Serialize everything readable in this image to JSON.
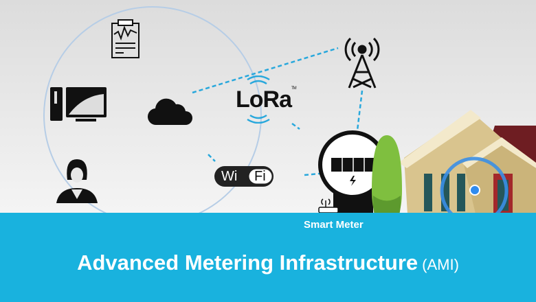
{
  "title": {
    "main": "Advanced Metering Infrastructure",
    "abbr": "(AMI)"
  },
  "labels": {
    "smart_meter": "Smart Meter",
    "lora": "LoRa",
    "lora_tm": "TM",
    "wifi_wi": "Wi",
    "wifi_fi": "Fi"
  },
  "icons": [
    "clipboard-report-icon",
    "computer-icon",
    "cloud-icon",
    "support-agent-icon",
    "cell-tower-icon",
    "smart-meter-icon",
    "router-icon",
    "tree-icon",
    "house-icon",
    "location-pin-icon"
  ],
  "colors": {
    "band": "#19b2de",
    "link": "#29a8dc",
    "ring": "#3b8fe6",
    "house": "#d9c48e",
    "roof": "#6e1d22"
  }
}
